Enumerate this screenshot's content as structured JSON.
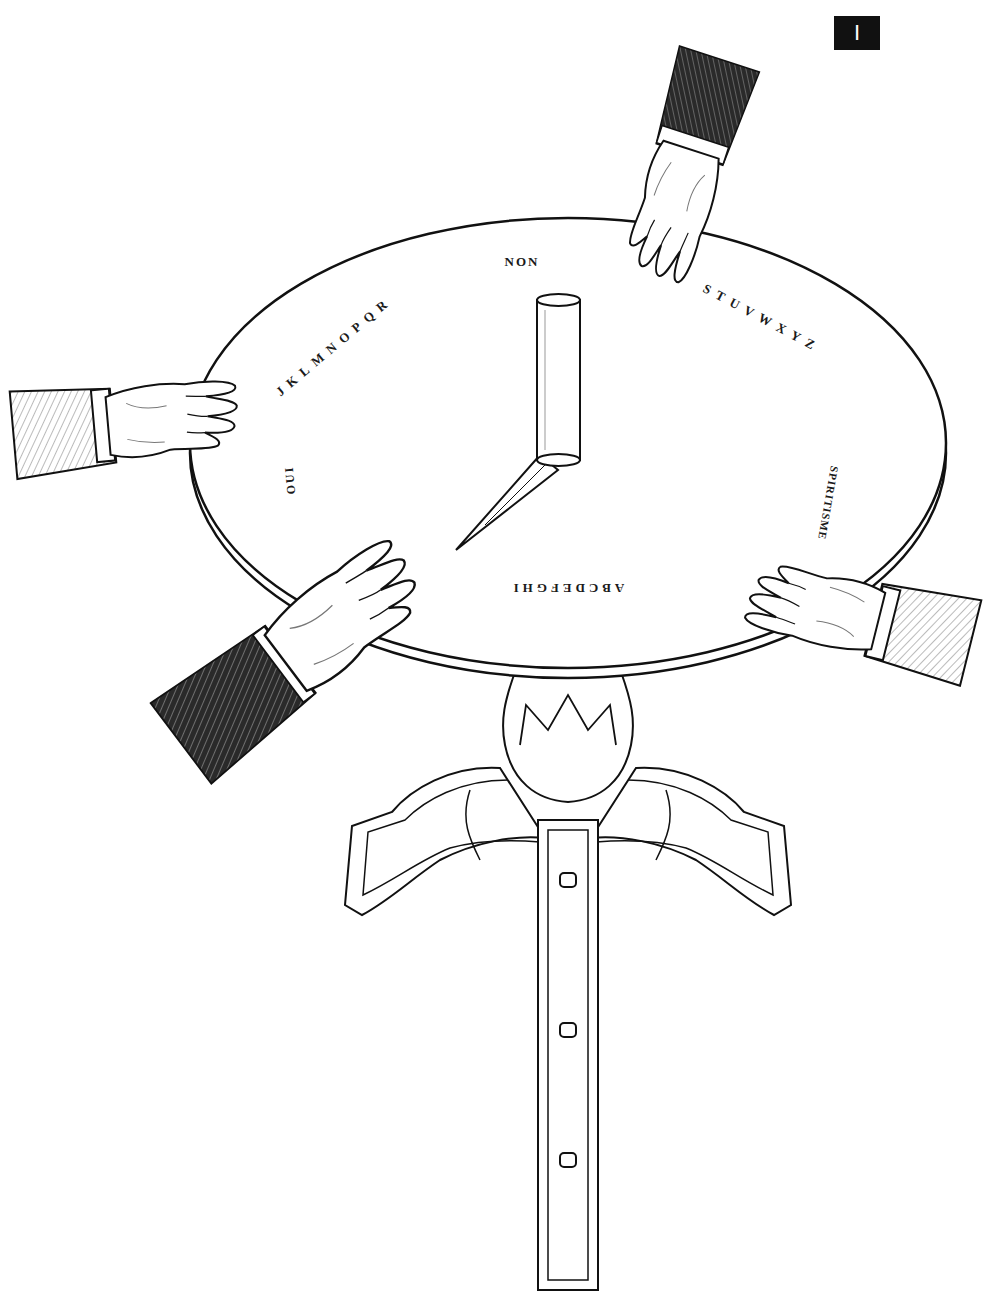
{
  "diagram": {
    "nodes": [
      {
        "text": [
          "I"
        ]
      }
    ],
    "labels": [
      "NON",
      "STUVWXYZ",
      "JKLMNOPQR",
      "OUI",
      "SPIRITISME",
      "ABCDEFGHI"
    ]
  }
}
